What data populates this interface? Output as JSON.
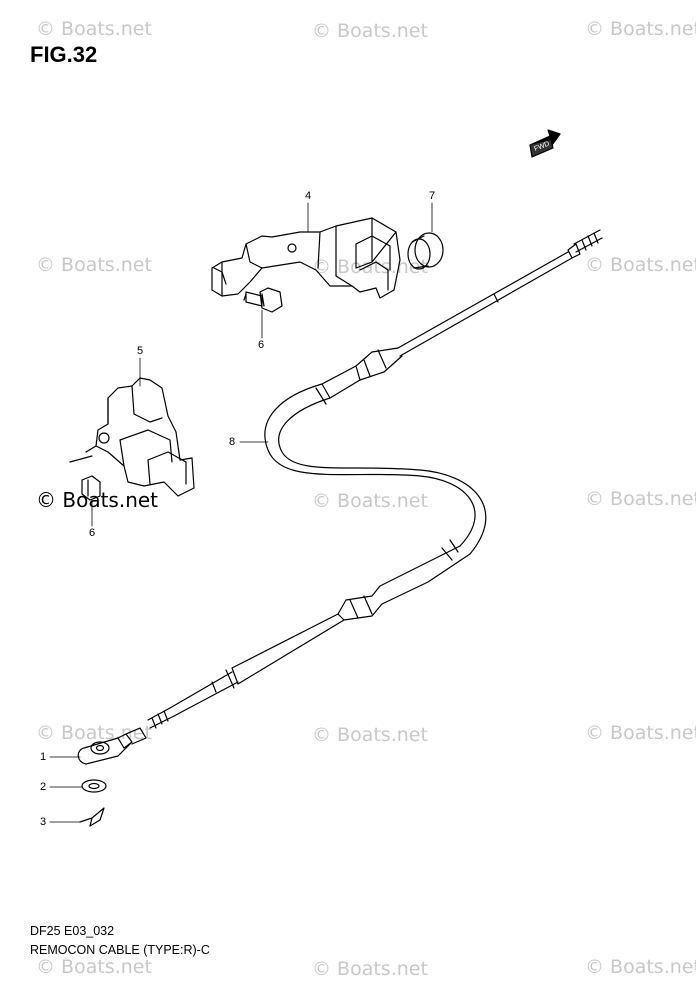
{
  "figure": {
    "title": "FIG.32",
    "caption_code": "DF25 E03_032",
    "caption_name": "REMOCON CABLE (TYPE:R)-C",
    "fwd_label": "FWD"
  },
  "watermark": {
    "text": "© Boats.net"
  },
  "callouts": [
    "1",
    "2",
    "3",
    "4",
    "5",
    "6",
    "6",
    "7",
    "8"
  ]
}
